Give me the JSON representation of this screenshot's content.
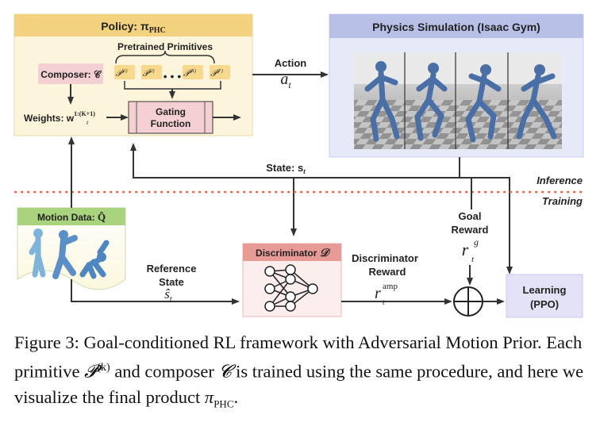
{
  "policy": {
    "header": "Policy: π",
    "header_sub": "PHC",
    "pretrained_primitives": "Pretrained Primitives",
    "primitives": [
      "𝒫",
      "𝒫",
      "𝒫",
      "𝒫"
    ],
    "primitive_sups": [
      "(1)",
      "(2)",
      "(K)",
      "(F)"
    ],
    "dots": "• • •",
    "composer": "Composer: 𝒞",
    "weights": "Weights: w",
    "weights_sub": "t",
    "weights_sup": "1:(K+1)",
    "gating_line1": "Gating",
    "gating_line2": "Function"
  },
  "action": {
    "label": "Action",
    "symbol": "a",
    "sub": "t"
  },
  "simulation": {
    "header": "Physics Simulation (Isaac Gym)"
  },
  "state": {
    "label": "State: s",
    "sub": "t"
  },
  "phases": {
    "inference": "Inference",
    "training": "Training"
  },
  "goal_reward": {
    "line1": "Goal",
    "line2": "Reward",
    "symbol": "r",
    "sub": "t",
    "sup": "g"
  },
  "motion_data": {
    "header": "Motion Data: ",
    "symbol": "Q̂"
  },
  "reference_state": {
    "line1": "Reference",
    "line2": "State",
    "symbol": "ŝ",
    "sub": "t"
  },
  "discriminator": {
    "header": "Discriminator ",
    "symbol": "𝒟",
    "reward_line1": "Discriminator",
    "reward_line2": "Reward",
    "reward_symbol": "r",
    "reward_sub": "t",
    "reward_sup": "amp"
  },
  "learning": {
    "line1": "Learning",
    "line2": "(PPO)"
  },
  "caption": {
    "label": "Figure 3:",
    "text1": "Goal-conditioned RL framework with Adversarial Motion Prior.  Each primitive ",
    "sym_p": "𝓟",
    "sym_p_sup": "(k)",
    "text2": " and composer ",
    "sym_c": "𝓒",
    "text3": " is trained using the same procedure, and here we visualize the final product ",
    "sym_pi": "π",
    "sym_pi_sub": "PHC",
    "text4": "."
  },
  "colors": {
    "policy_bg": "#fdf4dc",
    "policy_header": "#f3d27f",
    "sim_bg": "#e6e9f8",
    "sim_header": "#b9c0e8",
    "discriminator_header": "#e89a97",
    "gating": "#f4d0d3",
    "learning": "#e3e2f7",
    "motion_header": "#a9d37c",
    "divider": "#e06b5a"
  }
}
